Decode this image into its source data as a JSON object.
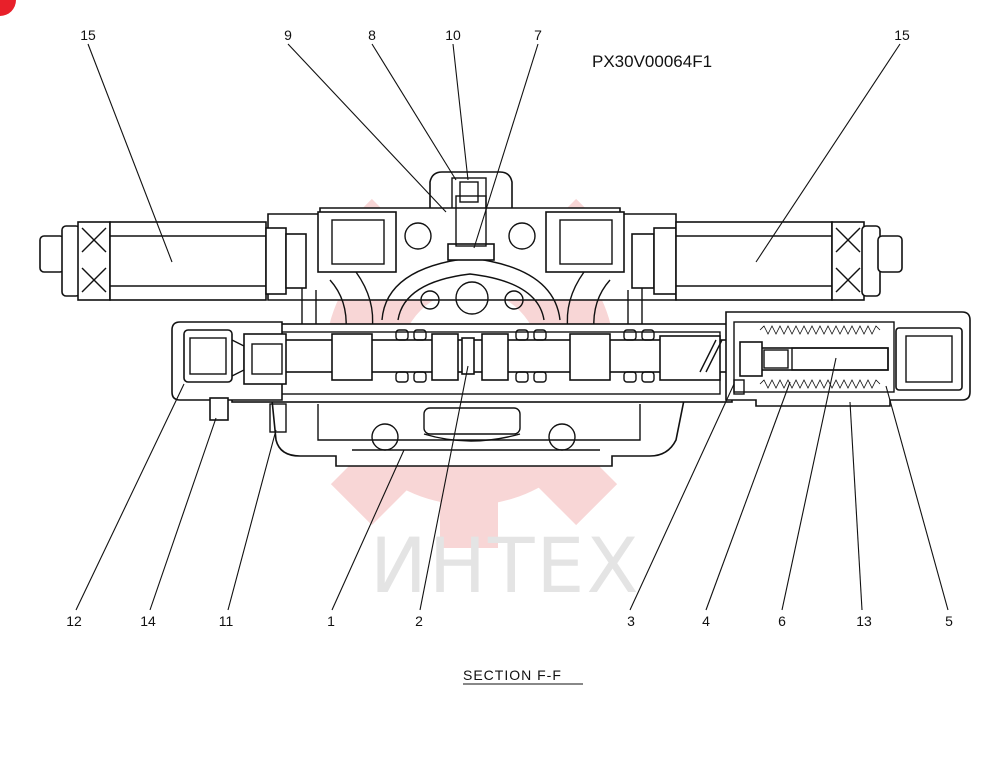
{
  "drawing_code": "PX30V00064F1",
  "watermark_text": "ИНТЕХ",
  "section_caption": "SECTION F-F",
  "corner_badge_color": "#e8202a",
  "watermark_color": "#f3b5b5",
  "part_labels": {
    "l15_left": "15",
    "l9": "9",
    "l8": "8",
    "l10": "10",
    "l7": "7",
    "l15_right": "15",
    "l12": "12",
    "l14": "14",
    "l11": "11",
    "l1": "1",
    "l2": "2",
    "l3": "3",
    "l4": "4",
    "l6": "6",
    "l13": "13",
    "l5": "5"
  }
}
